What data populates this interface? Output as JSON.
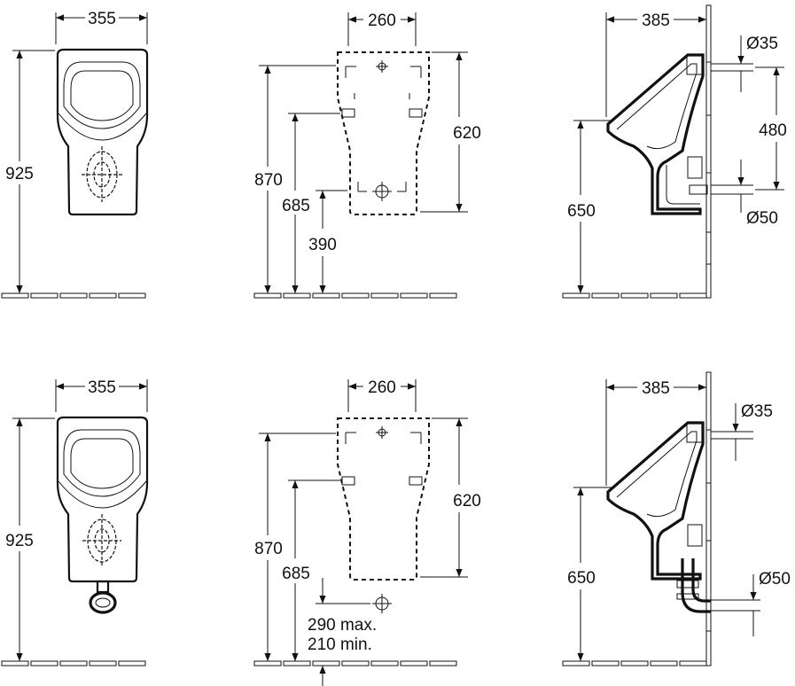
{
  "views": {
    "top_front": {
      "width": "355",
      "height": "925"
    },
    "top_mounting": {
      "width": "260",
      "total_height": "870",
      "fixing_height": "685",
      "outlet_height": "390",
      "body_height": "620"
    },
    "top_side": {
      "depth": "385",
      "inlet_diameter": "Ø35",
      "inlet_outlet_distance": "480",
      "outlet_diameter": "Ø50",
      "rim_height": "650"
    },
    "bottom_front": {
      "width": "355",
      "height": "925"
    },
    "bottom_mounting": {
      "width": "260",
      "total_height": "870",
      "fixing_height": "685",
      "body_height": "620",
      "outlet_max": "290 max.",
      "outlet_min": "210 min."
    },
    "bottom_side": {
      "depth": "385",
      "inlet_diameter": "Ø35",
      "outlet_diameter": "Ø50",
      "rim_height": "650"
    }
  }
}
